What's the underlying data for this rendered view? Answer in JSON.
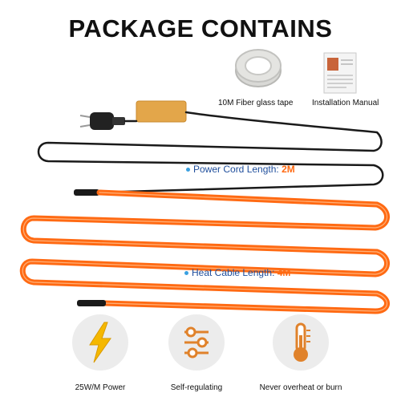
{
  "header": {
    "title": "PACKAGE CONTAINS"
  },
  "accessories": {
    "tape_caption": "10M Fiber glass tape",
    "manual_caption": "Installation Manual"
  },
  "lengths": {
    "power_cord_label": "Power Cord Length: ",
    "power_cord_value": "2M",
    "heat_cable_label": "Heat Cable Length: ",
    "heat_cable_value": "4M"
  },
  "features": [
    {
      "label": "25W/M Power",
      "icon": "lightning-bolt-icon"
    },
    {
      "label": "Self-regulating",
      "icon": "sliders-icon"
    },
    {
      "label": "Never overheat or burn",
      "icon": "thermometer-icon"
    }
  ],
  "colors": {
    "cable_orange": "#ff6a13",
    "cord_black": "#1a1a1a",
    "accent_blue": "#1f4e9c",
    "bolt_yellow": "#f5b800"
  }
}
